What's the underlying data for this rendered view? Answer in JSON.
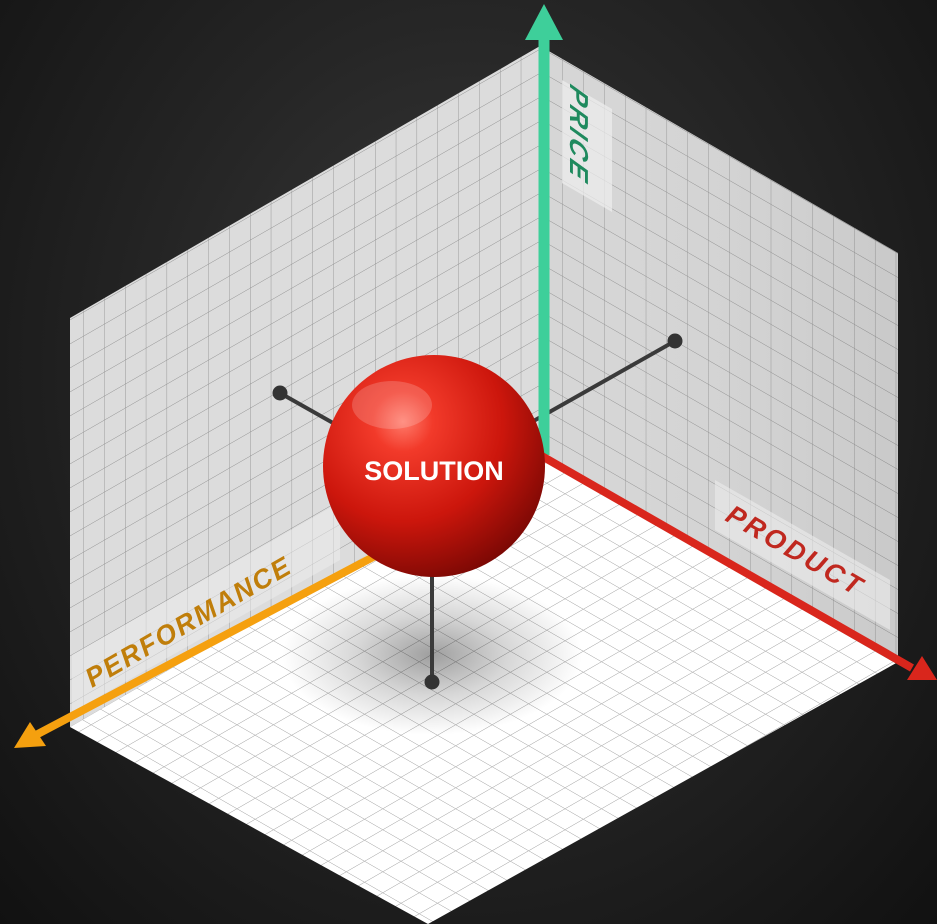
{
  "diagram": {
    "axes": {
      "price": {
        "label": "PRICE",
        "color": "#3ecf9a",
        "label_color": "#1f8a5e"
      },
      "product": {
        "label": "PRODUCT",
        "color": "#d9261c",
        "label_color": "#c0281f"
      },
      "performance": {
        "label": "PERFORMANCE",
        "color": "#f5a00f",
        "label_color": "#c07e0a"
      }
    },
    "sphere": {
      "label": "SOLUTION",
      "color": "#d81e12"
    },
    "colors": {
      "wall": "#d9d9d9",
      "floor": "#ffffff",
      "grid_line": "#8f8f8f",
      "connector": "#3a3a3a"
    }
  }
}
